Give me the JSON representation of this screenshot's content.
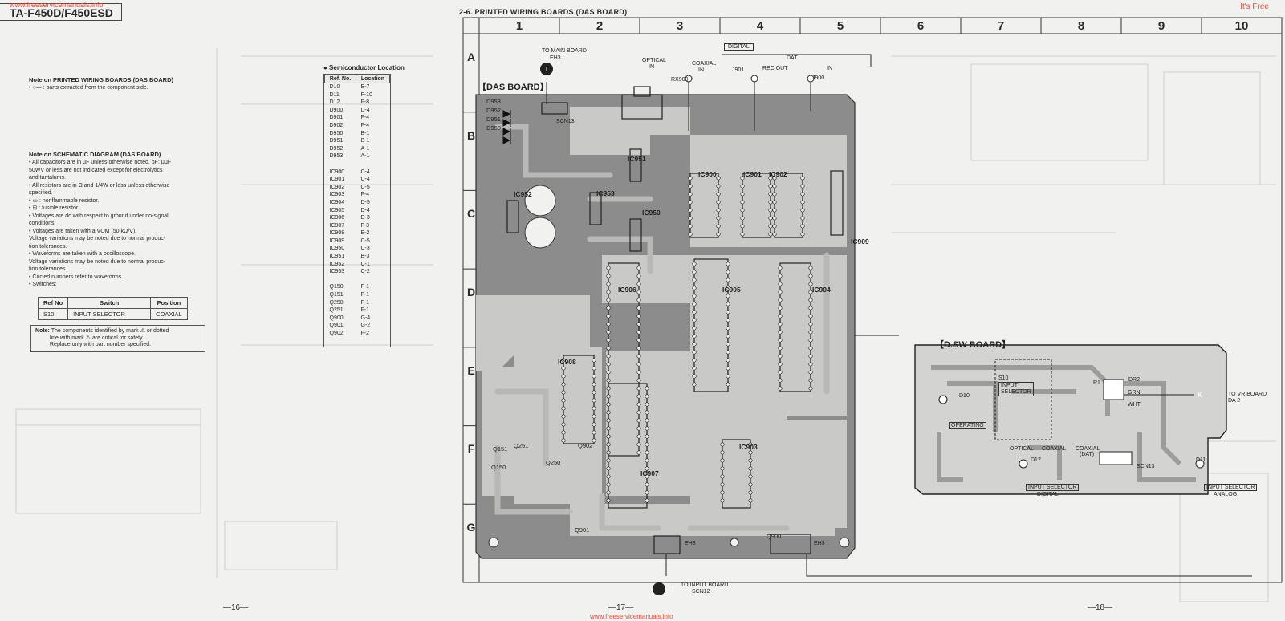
{
  "header": {
    "model": "TA-F450D/F450ESD",
    "url": "www.freeservicemanuals.info",
    "free": "It's Free"
  },
  "section_title": "2-6.  PRINTED WIRING BOARDS (DAS BOARD)",
  "note_pwb": {
    "title": "Note on PRINTED WIRING BOARDS (DAS BOARD)",
    "line": "•  ○—  : parts extracted from the component side."
  },
  "note_schematic": {
    "title": "Note on SCHEMATIC DIAGRAM (DAS BOARD)",
    "lines": [
      "•  All capacitors are in μF unless otherwise noted. pF: μμF",
      "    50WV or less are not indicated except for electrolytics",
      "    and tantalums.",
      "•  All resistors are in Ω and 1/4W or less unless otherwise",
      "    specified.",
      "•  ▭ : nonflammable resistor.",
      "•  ⊟ : fusible resistor.",
      "•  Voltages are dc with respect to ground under no-signal",
      "    conditions.",
      "•  Voltages are taken with a VOM (50 kΩ/V).",
      "    Voltage variations may be noted due to normal produc-",
      "    tion tolerances.",
      "•  Waveforms are taken with a oscilloscope.",
      "    Voltage variations may be noted due to normal produc-",
      "    tion tolerances.",
      "•  Circled numbers refer to waveforms.",
      "•  Switches:"
    ]
  },
  "switch_table": {
    "headers": [
      "Ref No",
      "Switch",
      "Position"
    ],
    "row": [
      "S10",
      "INPUT SELECTOR",
      "COAXIAL"
    ]
  },
  "caution": {
    "label": "Note:",
    "lines": [
      "The components identified by mark ⚠ or dotted",
      "line with mark ⚠ are critical for safety.",
      "Replace only with part number specified."
    ]
  },
  "semiconductor": {
    "title": "● Semiconductor Location",
    "headers": [
      "Ref. No.",
      "Location"
    ],
    "rows": [
      [
        "D10",
        "E-7"
      ],
      [
        "D11",
        "F-10"
      ],
      [
        "D12",
        "F-8"
      ],
      [
        "D900",
        "D-4"
      ],
      [
        "D901",
        "F-4"
      ],
      [
        "D902",
        "F-4"
      ],
      [
        "D950",
        "B-1"
      ],
      [
        "D951",
        "B-1"
      ],
      [
        "D952",
        "A-1"
      ],
      [
        "D953",
        "A-1"
      ],
      [
        "",
        ""
      ],
      [
        "IC900",
        "C-4"
      ],
      [
        "IC901",
        "C-4"
      ],
      [
        "IC902",
        "C-5"
      ],
      [
        "IC903",
        "F-4"
      ],
      [
        "IC904",
        "D-5"
      ],
      [
        "IC905",
        "D-4"
      ],
      [
        "IC906",
        "D-3"
      ],
      [
        "IC907",
        "F-3"
      ],
      [
        "IC908",
        "E-2"
      ],
      [
        "IC909",
        "C-5"
      ],
      [
        "IC950",
        "C-3"
      ],
      [
        "IC951",
        "B-3"
      ],
      [
        "IC952",
        "C-1"
      ],
      [
        "IC953",
        "C-2"
      ],
      [
        "",
        ""
      ],
      [
        "Q150",
        "F-1"
      ],
      [
        "Q151",
        "F-1"
      ],
      [
        "Q250",
        "F-1"
      ],
      [
        "Q251",
        "F-1"
      ],
      [
        "Q900",
        "G-4"
      ],
      [
        "Q901",
        "G-2"
      ],
      [
        "Q902",
        "F-2"
      ]
    ]
  },
  "grid": {
    "cols": [
      "1",
      "2",
      "3",
      "4",
      "5",
      "6",
      "7",
      "8",
      "9",
      "10"
    ],
    "rows": [
      "A",
      "B",
      "C",
      "D",
      "E",
      "F",
      "G"
    ]
  },
  "das_board": {
    "label": "【DAS BOARD】",
    "digital": "DIGITAL",
    "dat": "DAT",
    "connectors": {
      "to_main": "TO MAIN BOARD",
      "eh3": "EH3",
      "optical": "OPTICAL",
      "optical_in": "IN",
      "rx900": "RX900",
      "coaxial": "COAXIAL",
      "coaxial_in": "IN",
      "j901": "J901",
      "rec_out": "REC OUT",
      "j900": "J900",
      "j900_in": "IN",
      "to_input": "TO INPUT BOARD",
      "scn12": "SCN12",
      "eh8": "EH8",
      "eh9": "EH9",
      "scn13": "SCN13"
    },
    "ics": [
      "IC900",
      "IC901",
      "IC902",
      "IC903",
      "IC904",
      "IC905",
      "IC906",
      "IC907",
      "IC908",
      "IC909",
      "IC950",
      "IC951",
      "IC952",
      "IC953"
    ],
    "diodes": [
      "D953",
      "D952",
      "D951",
      "D950"
    ],
    "transistors": [
      "Q150",
      "Q151",
      "Q250",
      "Q251",
      "Q900",
      "Q901",
      "Q902"
    ]
  },
  "dsw_board": {
    "label": "【D.SW BOARD】",
    "to_vr": "TO VR BOARD",
    "da2": "DA 2",
    "d10": "D10",
    "operating": "OPERATING",
    "s10": "S10",
    "input_sel": "INPUT",
    "selector": "SELECTOR",
    "r1": "R1",
    "dr2": "DR2",
    "optical": "OPTICAL",
    "coaxial": "COAXIAL",
    "coaxial_dat": "COAXIAL",
    "dat": "(DAT)",
    "d12": "D12",
    "input_selector_digital": "INPUT SELECTOR",
    "digital": "DIGITAL",
    "d11": "D11",
    "input_selector_analog": "INPUT SELECTOR",
    "analog": "ANALOG",
    "scn13": "SCN13",
    "grn": "GRN",
    "wht": "WHT"
  },
  "markers": {
    "i": "I",
    "j": "J",
    "k": "K"
  },
  "pages": {
    "p16": "—16—",
    "p17": "—17—",
    "p18": "—18—"
  },
  "bottom_url": "www.freeservicemanuals.info",
  "colors": {
    "board": "#8a8a8a",
    "trace": "#b4b4b4",
    "line": "#333333",
    "paper": "#f1f1ef"
  }
}
